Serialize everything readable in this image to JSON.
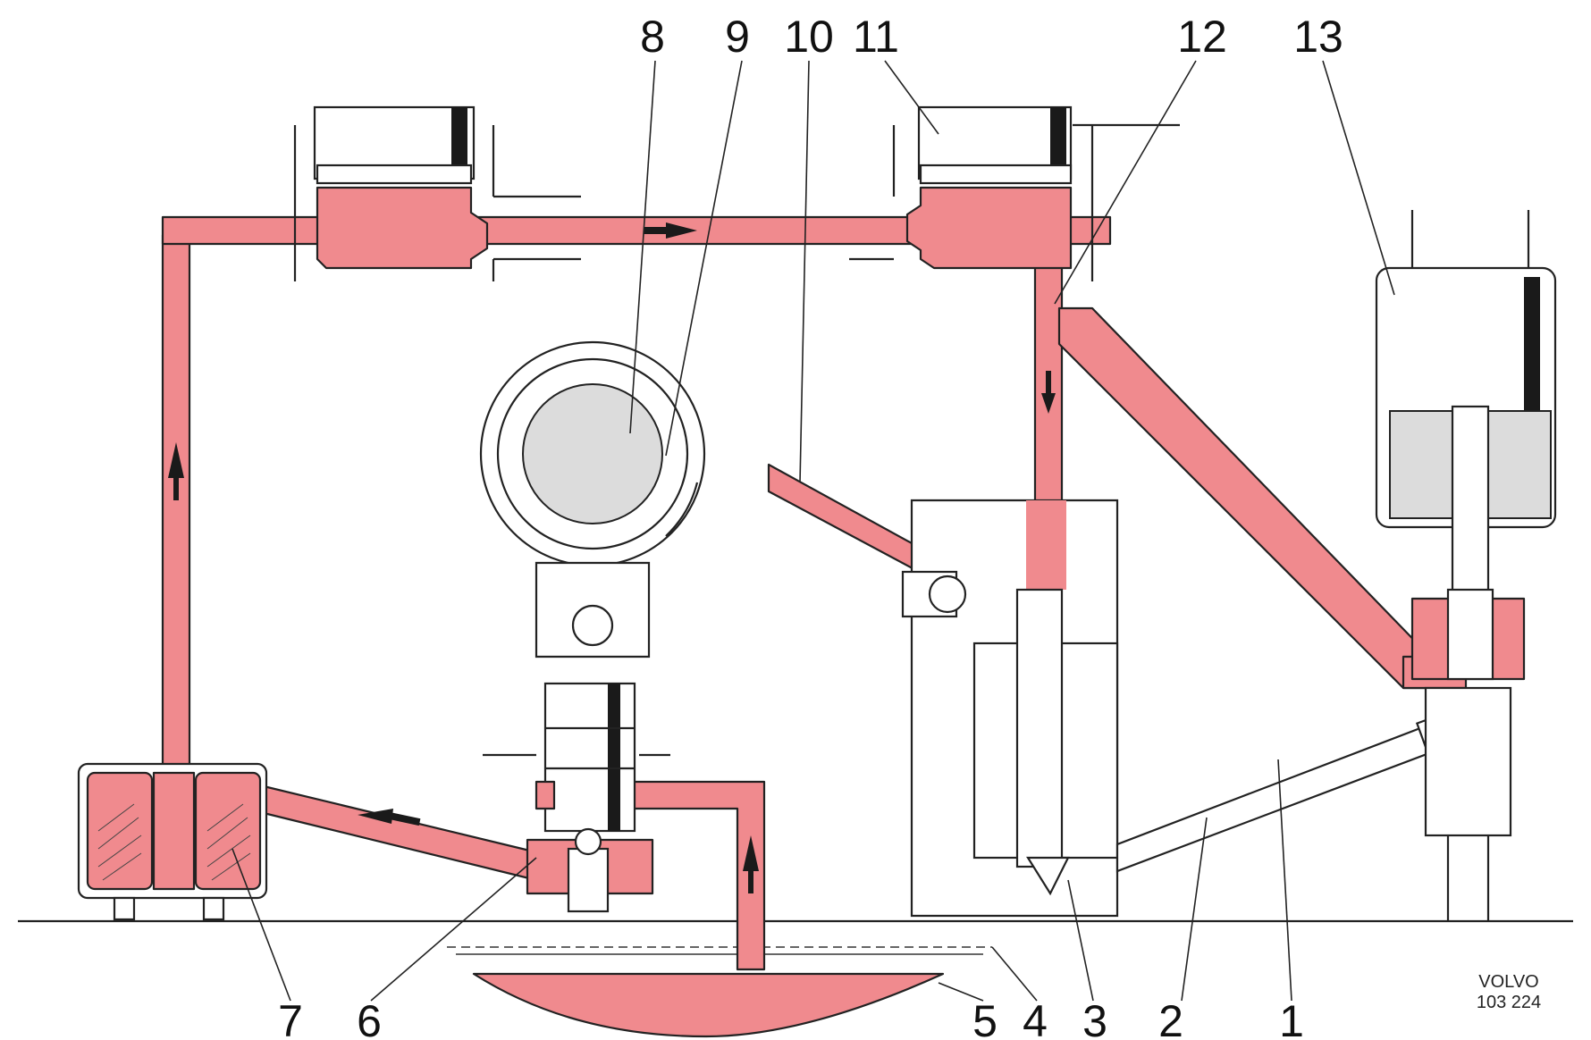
{
  "diagram": {
    "callouts": [
      {
        "key": "1",
        "label": "1"
      },
      {
        "key": "2",
        "label": "2"
      },
      {
        "key": "3",
        "label": "3"
      },
      {
        "key": "4",
        "label": "4"
      },
      {
        "key": "5",
        "label": "5"
      },
      {
        "key": "6",
        "label": "6"
      },
      {
        "key": "7",
        "label": "7"
      },
      {
        "key": "8",
        "label": "8"
      },
      {
        "key": "9",
        "label": "9"
      },
      {
        "key": "10",
        "label": "10"
      },
      {
        "key": "11",
        "label": "11"
      },
      {
        "key": "12",
        "label": "12"
      },
      {
        "key": "13",
        "label": "13"
      }
    ],
    "credit": {
      "brand": "VOLVO",
      "code": "103 224"
    },
    "colors": {
      "oil": "#f08a8e",
      "ink": "#222222",
      "background": "#ffffff"
    }
  }
}
